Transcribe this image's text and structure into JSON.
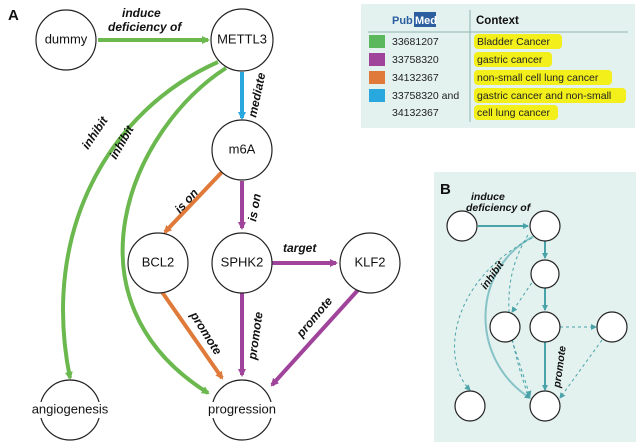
{
  "panel_a": {
    "letter": "A",
    "nodes": {
      "dummy": "dummy",
      "mettl3": "METTL3",
      "m6a": "m6A",
      "bcl2": "BCL2",
      "sphk2": "SPHK2",
      "klf2": "KLF2",
      "angiogenesis": "angiogenesis",
      "progression": "progression"
    },
    "edges": {
      "induce_line1": "induce",
      "induce_line2": "deficiency of",
      "mediate": "mediate",
      "inhibit_outer": "inhibit",
      "inhibit_inner": "inhibit",
      "is_on_left": "is on",
      "is_on_right": "is on",
      "target": "target",
      "promote_bcl2": "promote",
      "promote_sphk2": "promote",
      "promote_klf2": "promote"
    }
  },
  "legend": {
    "logo_pub": "Pub",
    "logo_med": "Med",
    "context_header": "Context",
    "rows": [
      {
        "color": "#5cb85c",
        "pmid": "33681207",
        "context": "Bladder Cancer"
      },
      {
        "color": "#a0439a",
        "pmid": "33758320",
        "context": "gastric cancer"
      },
      {
        "color": "#e07a3a",
        "pmid": "34132367",
        "context": "non-small cell lung cancer"
      },
      {
        "color": "#29a8e0",
        "pmid_line1": "33758320 and",
        "pmid_line2": "34132367",
        "context_line1": "gastric cancer and non-small",
        "context_line2": "cell lung cancer"
      }
    ],
    "highlight_color": "#f2ef1a"
  },
  "panel_b": {
    "letter": "B",
    "induce_line1": "induce",
    "induce_line2": "deficiency of",
    "inhibit": "inhibit",
    "promote": "promote"
  },
  "colors": {
    "green": "#6ab84e",
    "purple": "#a0439a",
    "orange": "#e07a3a",
    "blue": "#29a8e0",
    "teal_panel": "#e3f1ef",
    "teal_line": "#4aa3a8"
  }
}
